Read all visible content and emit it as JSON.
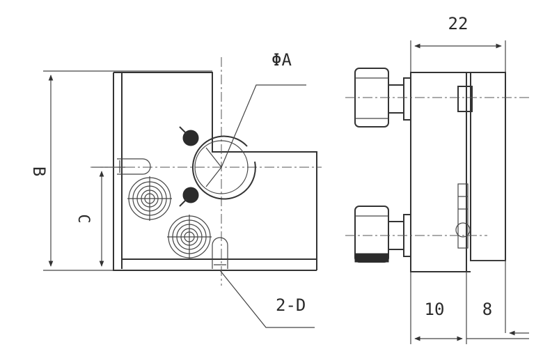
{
  "labels": {
    "phi_a": "ΦA",
    "two_d": "2-D",
    "b": "B",
    "c": "C",
    "dim_22": "22",
    "dim_10": "10",
    "dim_8": "8"
  },
  "colors": {
    "line": "#333333",
    "background": "#ffffff"
  }
}
